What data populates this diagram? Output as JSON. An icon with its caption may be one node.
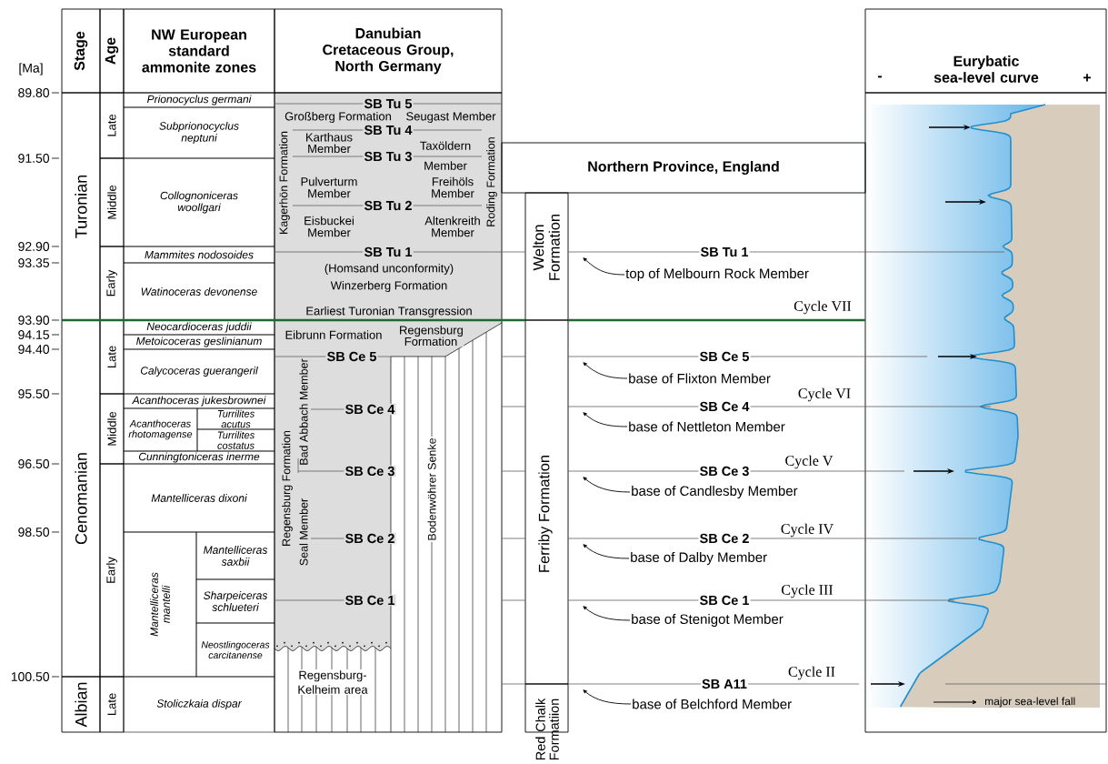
{
  "diagram": {
    "nodes": [
      {
        "text": [
          "Stage"
        ]
      },
      {
        "text": [
          "Age"
        ]
      },
      {
        "text": [
          "NW European standard ammonite zones"
        ]
      },
      {
        "text": [
          "Danubian Cretaceous Group, North Germany"
        ]
      },
      {
        "text": [
          "-",
          "Eurybatic sea-level curve",
          "+"
        ]
      },
      {
        "text": [
          "Turonian"
        ]
      },
      {
        "text": [
          "Cenomanian"
        ]
      },
      {
        "text": [
          "Albian"
        ]
      },
      {
        "text": [
          "Late"
        ]
      },
      {
        "text": [
          "Middle"
        ]
      },
      {
        "text": [
          "Early"
        ]
      },
      {
        "text": [
          "Late"
        ]
      },
      {
        "text": [
          "Middle"
        ]
      },
      {
        "text": [
          "Early"
        ]
      },
      {
        "text": [
          "Late"
        ]
      },
      {
        "text": [
          "Prionocyclus germani"
        ]
      },
      {
        "text": [
          "Subprionocyclus neptuni"
        ]
      },
      {
        "text": [
          "Collognoniceras woollgari"
        ]
      },
      {
        "text": [
          "Mammites nodosoides"
        ]
      },
      {
        "text": [
          "Watinoceras devonense"
        ]
      },
      {
        "text": [
          "Neocardioceras juddii"
        ]
      },
      {
        "text": [
          "Metoicoceras geslinianum"
        ]
      },
      {
        "text": [
          "Calycoceras guerangeril"
        ]
      },
      {
        "text": [
          "Acanthoceras jukesbrownei"
        ]
      },
      {
        "text": [
          "Acanthoceras rhotomagense"
        ]
      },
      {
        "text": [
          "Turrilites acutus"
        ]
      },
      {
        "text": [
          "Turrilites costatus"
        ]
      },
      {
        "text": [
          "Cunningtoniceras inerme"
        ]
      },
      {
        "text": [
          "Mantelliceras dixoni"
        ]
      },
      {
        "text": [
          "Mantelliceras mantelli"
        ]
      },
      {
        "text": [
          "Mantelliceras saxbii"
        ]
      },
      {
        "text": [
          "Sharpeiceras schlueteri"
        ]
      },
      {
        "text": [
          "Neostlingoceras carcitanense"
        ]
      },
      {
        "text": [
          "Stoliczkaia dispar"
        ]
      },
      {
        "text": [
          "Northern Province, England"
        ]
      },
      {
        "text": [
          "Welton Formation"
        ]
      },
      {
        "text": [
          "Ferriby Formation"
        ]
      },
      {
        "text": [
          "Red Chalk Formatiion"
        ]
      },
      {
        "text": [
          "top of Melbourn Rock Member"
        ]
      },
      {
        "text": [
          "base of Flixton Member"
        ]
      },
      {
        "text": [
          "base of Nettleton Member"
        ]
      },
      {
        "text": [
          "base of Candlesby Member"
        ]
      },
      {
        "text": [
          "base of Dalby Member"
        ]
      },
      {
        "text": [
          "base of Stenigot Member"
        ]
      },
      {
        "text": [
          "base of Belchford Member"
        ]
      }
    ],
    "edges": [
      {
        "from": 38,
        "to": null,
        "arrow": "to"
      },
      {
        "from": 39,
        "to": null,
        "arrow": "to"
      },
      {
        "from": 40,
        "to": null,
        "arrow": "to"
      },
      {
        "from": 41,
        "to": null,
        "arrow": "to"
      },
      {
        "from": 42,
        "to": null,
        "arrow": "to"
      },
      {
        "from": 43,
        "to": null,
        "arrow": "to"
      },
      {
        "from": 44,
        "to": null,
        "arrow": "to"
      }
    ],
    "labels": [
      "[Ma]",
      "89.80",
      "91.50",
      "92.90",
      "93.35",
      "93.90",
      "94.15",
      "94.40",
      "95.50",
      "96.50",
      "98.50",
      "100.50",
      "SB Tu 5",
      "Großberg Formation",
      "Seugast Member",
      "SB Tu 4",
      "Karthaus Member",
      "Taxöldern Member",
      "Kagerhön Formation",
      "Roding Formation",
      "SB Tu 3",
      "Pulverturm Member",
      "Freihöls Member",
      "SB Tu 2",
      "Eisbuckei Member",
      "Altenkreith Member",
      "SB Tu 1",
      "(Homsand unconformity)",
      "Winzerberg Formation",
      "Earliest Turonian Transgression",
      "Eibrunn Formation",
      "Regensburg Formation",
      "SB Ce 5",
      "Regensburg Formation",
      "Seal Member",
      "Bad Abbach Member",
      "SB Ce 4",
      "SB Ce 3",
      "SB Ce 2",
      "SB Ce 1",
      "Bodenwöhrer Senke",
      "Regensburg-Kelheim area",
      "SB Tu 1",
      "Cycle VII",
      "SB Ce 5",
      "Cycle VI",
      "SB Ce 4",
      "Cycle V",
      "SB Ce 3",
      "Cycle IV",
      "SB Ce 2",
      "Cycle III",
      "SB Ce 1",
      "Cycle II",
      "SB A11"
    ],
    "legend": [
      {
        "text": "major sea-level fall"
      }
    ]
  }
}
